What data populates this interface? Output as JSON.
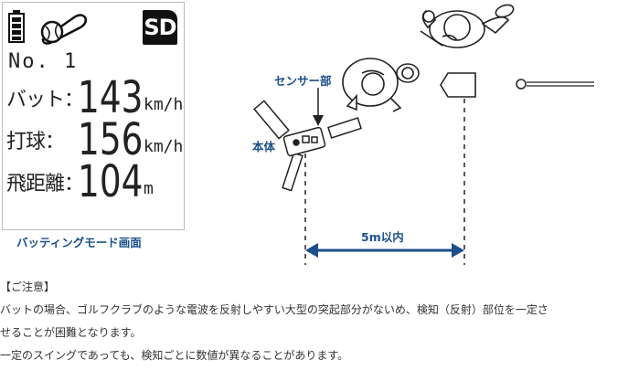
{
  "screen": {
    "sd_label": "SD",
    "number": "No.  1",
    "rows": [
      {
        "label": "バット：",
        "value": "143",
        "unit": "km/h"
      },
      {
        "label": "打球：",
        "value": "156",
        "unit": "km/h"
      },
      {
        "label": "飛距離：",
        "value": "104",
        "unit": "m"
      }
    ],
    "caption": "バッティングモード画面"
  },
  "diagram": {
    "sensor_label": "センサー部",
    "body_label": "本体",
    "distance_label": "5m以内",
    "accent": "#1a4f8a"
  },
  "notes": [
    "【ご注意】",
    "バットの場合、ゴルフクラブのような電波を反射しやすい大型の突起部分がないめ、検知（反射）部位を一定さ",
    "せることが困難となります。",
    "一定のスイングであっても、検知ごとに数値が異なることがあります。"
  ]
}
